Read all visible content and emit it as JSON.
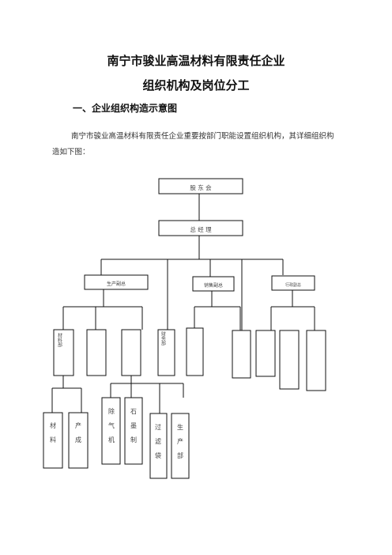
{
  "doc": {
    "title_line1": "南宁市骏业高温材料有限责任企业",
    "title_line2": "组织机构及岗位分工",
    "section_heading": "一、企业组织构造示意图",
    "intro": "南宁市骏业高温材料有限责任企业重要按部门职能设置组织机构，其详细组织构造如下图："
  },
  "chart": {
    "top_box": "股 东 会",
    "second_box": "总 经 理",
    "branch_left": "生产副总",
    "branch_mid": "销售副总",
    "branch_right": "行政副总",
    "dept_a": "材料部",
    "dept_d": "财务部",
    "leaf_1": "材料",
    "leaf_2": "产成",
    "leaf_3": "除气机",
    "leaf_4": "石墨制",
    "leaf_5": "过滤袋",
    "leaf_6": "生产部"
  }
}
